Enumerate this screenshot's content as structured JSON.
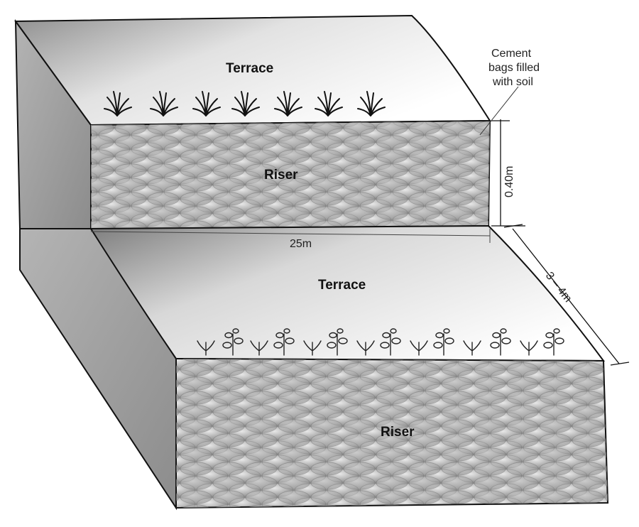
{
  "labels": {
    "terrace_upper": "Terrace",
    "riser_upper": "Riser",
    "terrace_lower": "Terrace",
    "riser_lower": "Riser",
    "annotation_line1": "Cement",
    "annotation_line2": "bags filled",
    "annotation_line3": "with soil",
    "dim_height": "0.40m",
    "dim_length": "25m",
    "dim_width": "3 – 4m"
  },
  "icons": {
    "upper_plants": "grass-tuft-icon",
    "lower_plants": "seedling-icon"
  },
  "colors": {
    "outline": "#111111",
    "bag_fill": "#bdbdbd",
    "side_face": "#9a9a9a",
    "terrace_dark": "#8a8a8a",
    "terrace_light": "#ffffff"
  }
}
